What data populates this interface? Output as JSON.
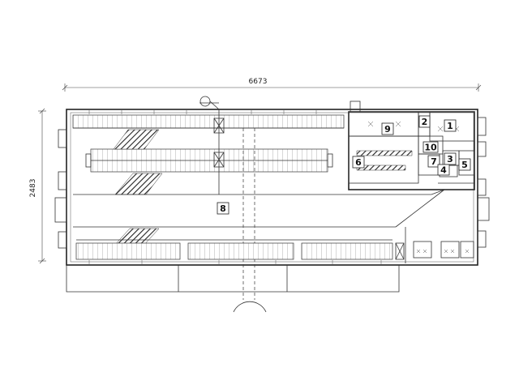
{
  "dimensions": {
    "overall_length": "6673",
    "overall_width": "2483"
  },
  "rooms": [
    {
      "id": "room-1",
      "label": "1"
    },
    {
      "id": "room-2",
      "label": "2"
    },
    {
      "id": "room-3",
      "label": "3"
    },
    {
      "id": "room-4",
      "label": "4"
    },
    {
      "id": "room-5",
      "label": "5"
    },
    {
      "id": "room-6",
      "label": "6"
    },
    {
      "id": "room-7",
      "label": "7"
    },
    {
      "id": "room-8",
      "label": "8"
    },
    {
      "id": "room-9",
      "label": "9"
    },
    {
      "id": "room-10",
      "label": "10"
    }
  ]
}
